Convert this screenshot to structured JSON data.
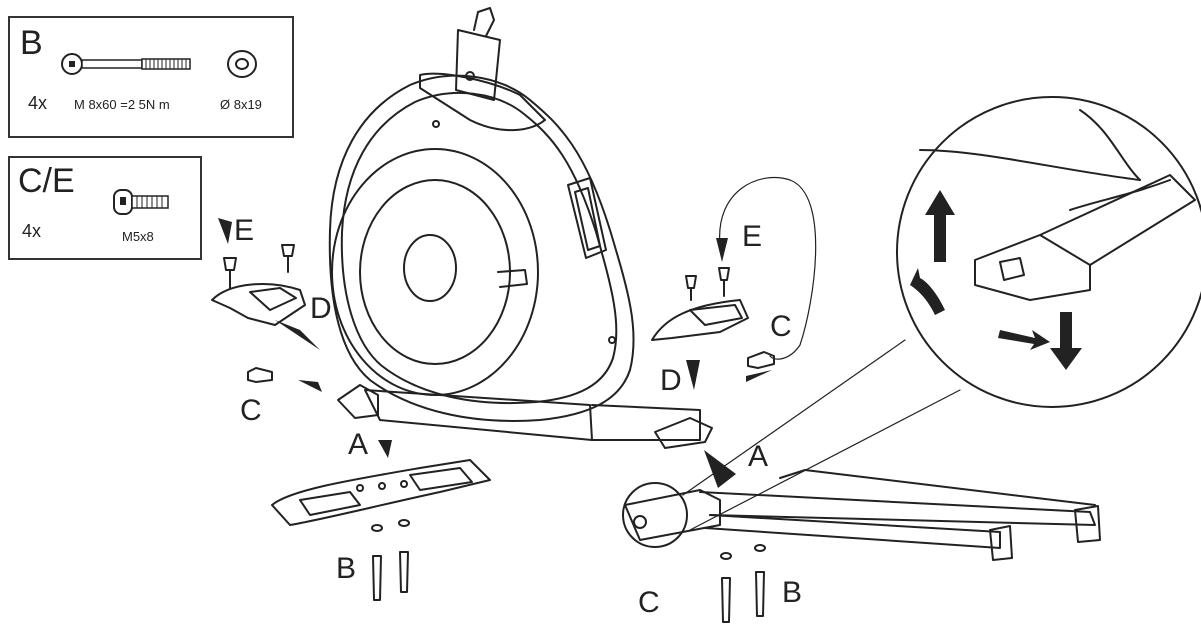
{
  "legend_b": {
    "letter": "B",
    "qty": "4x",
    "bolt_spec": "M 8x60 =2 5N m",
    "washer_spec": "Ø 8x19"
  },
  "legend_ce": {
    "letter": "C/E",
    "qty": "4x",
    "screw_spec": "M5x8"
  },
  "callouts": {
    "e_left": "E",
    "d_left": "D",
    "c_left": "C",
    "a_left": "A",
    "b_left": "B",
    "e_right": "E",
    "c_right": "C",
    "d_right": "D",
    "a_right": "A",
    "c_bottom": "C",
    "b_bottom": "B"
  },
  "colors": {
    "ink": "#222222",
    "background": "#ffffff"
  }
}
